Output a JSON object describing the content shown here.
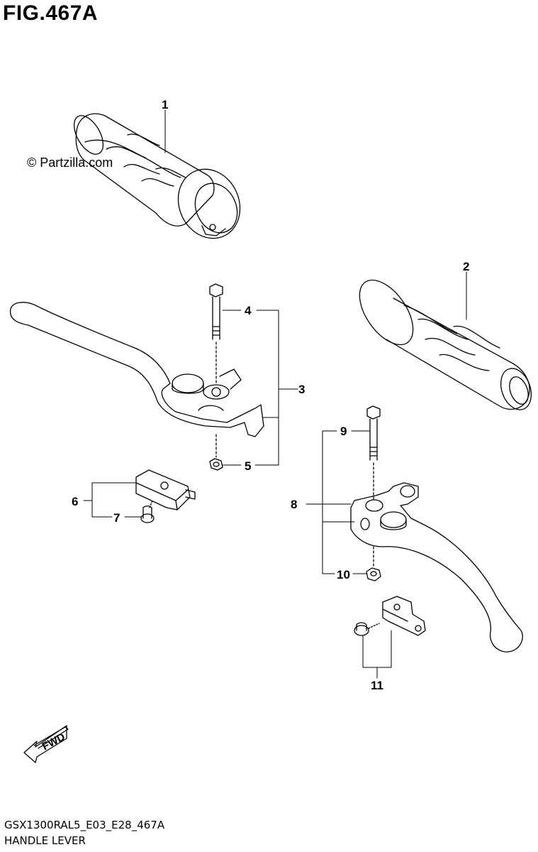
{
  "figure": {
    "title": "FIG.467A",
    "watermark": "© Partzilla.com",
    "model_code": "GSX1300RAL5_E03_E28_467A",
    "caption": "HANDLE LEVER",
    "footer_small": "",
    "fwd_label": "FWD"
  },
  "callouts": [
    {
      "id": "callout-1",
      "label": "1"
    },
    {
      "id": "callout-2",
      "label": "2"
    },
    {
      "id": "callout-3",
      "label": "3"
    },
    {
      "id": "callout-4",
      "label": "4"
    },
    {
      "id": "callout-5",
      "label": "5"
    },
    {
      "id": "callout-6",
      "label": "6"
    },
    {
      "id": "callout-7",
      "label": "7"
    },
    {
      "id": "callout-8",
      "label": "8"
    },
    {
      "id": "callout-9",
      "label": "9"
    },
    {
      "id": "callout-10",
      "label": "10"
    },
    {
      "id": "callout-11",
      "label": "11"
    }
  ]
}
